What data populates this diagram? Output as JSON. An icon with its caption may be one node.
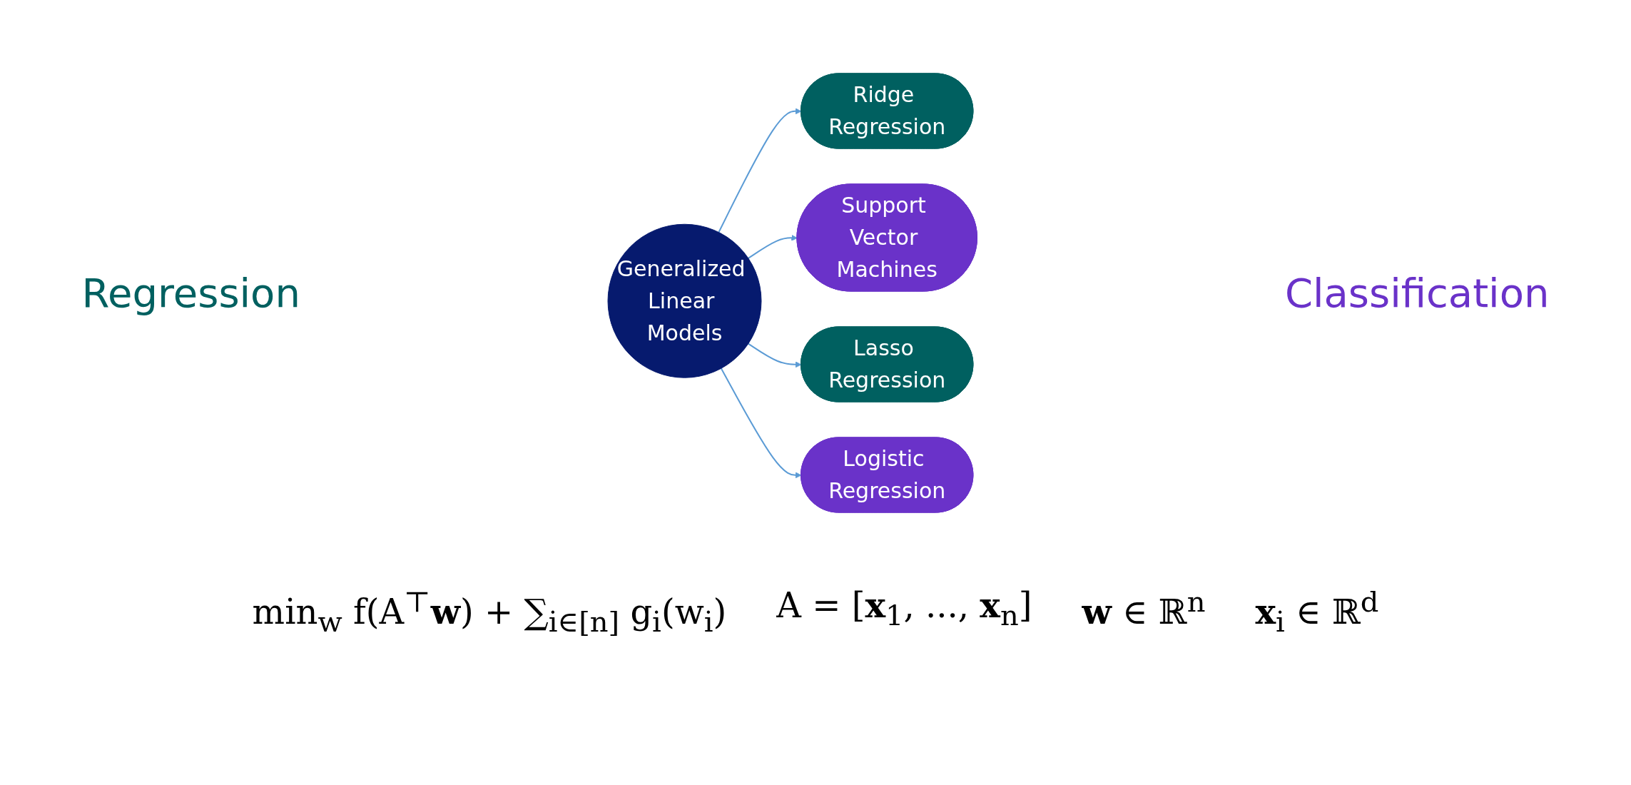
{
  "diagram": {
    "nodes": [
      {
        "text": [
          "Ridge Regression"
        ]
      },
      {
        "text": [
          "Generalized Linear Models"
        ]
      },
      {
        "text": [
          "Support Vector Machines"
        ]
      },
      {
        "text": [
          "Lasso Regression"
        ]
      },
      {
        "text": [
          "Logistic Regression"
        ]
      }
    ],
    "edges": [
      {
        "from": 1,
        "to": 0,
        "arrow": "to"
      },
      {
        "from": 1,
        "to": 2,
        "arrow": "to"
      },
      {
        "from": 1,
        "to": 3,
        "arrow": "to"
      },
      {
        "from": 1,
        "to": 4,
        "arrow": "to"
      }
    ],
    "labels": [
      "Regression",
      "Classification",
      "min$_{w}$ f(A$^{⊤}$**w**) + ∑$_{i∈[n]}$ g$_{i}$(w$_{i}$)",
      "A = [**x**$_{1}$, ..., **x**$_{n}$]",
      "**w** ∈ ℝ$^{n}$",
      "**x**$_{i}$ ∈ ℝ$^{d}$"
    ]
  }
}
